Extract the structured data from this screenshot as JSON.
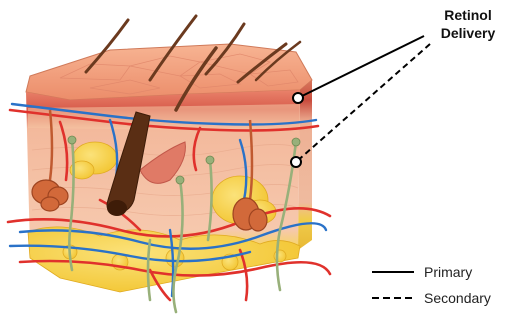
{
  "title": {
    "line1": "Retinol",
    "line2": "Delivery"
  },
  "legend": [
    {
      "label": "Primary",
      "style": "solid"
    },
    {
      "label": "Secondary",
      "style": "dashed"
    }
  ],
  "colors": {
    "epidermis": "#f2a07e",
    "dermis": "#f6c4a6",
    "fat": "#f7d34a",
    "artery": "#e0312c",
    "vein": "#2a72c8",
    "nerve": "#98b07a",
    "hair": "#6b3a1f",
    "gland": "#d2693a",
    "leader": "#000000"
  }
}
